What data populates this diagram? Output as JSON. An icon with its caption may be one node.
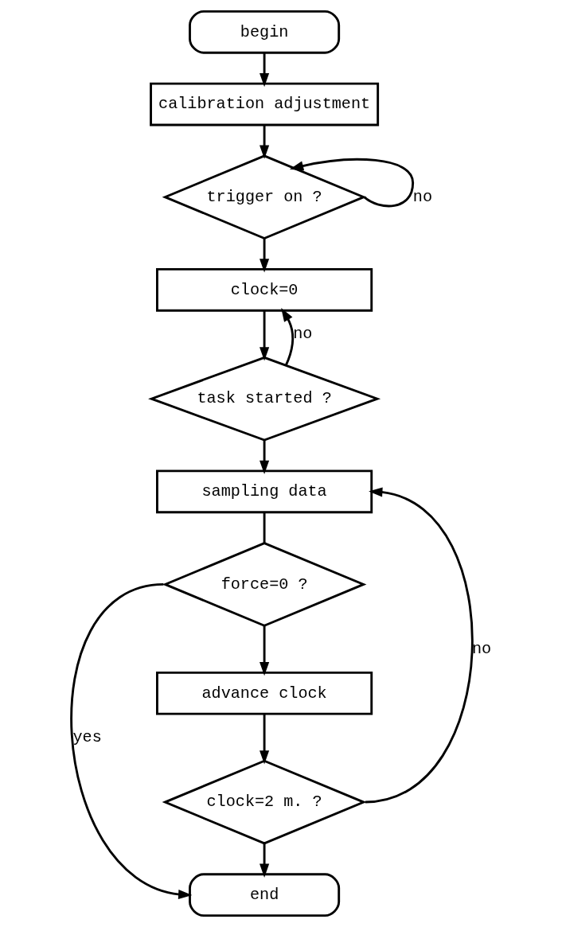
{
  "diagram": {
    "nodes": [
      {
        "text": [
          "begin"
        ]
      },
      {
        "text": [
          "calibration adjustment"
        ]
      },
      {
        "text": [
          "trigger on ?"
        ]
      },
      {
        "text": [
          "clock=0"
        ]
      },
      {
        "text": [
          "task started ?"
        ]
      },
      {
        "text": [
          "sampling data"
        ]
      },
      {
        "text": [
          "force=0 ?"
        ]
      },
      {
        "text": [
          "advance clock"
        ]
      },
      {
        "text": [
          "clock=2 m. ?"
        ]
      },
      {
        "text": [
          "end"
        ]
      }
    ],
    "edges": [
      {
        "from": 0,
        "to": 1,
        "arrow": "to"
      },
      {
        "from": 1,
        "to": 2,
        "arrow": "to"
      },
      {
        "from": 2,
        "to": 2,
        "arrow": "to",
        "label": "no"
      },
      {
        "from": 2,
        "to": 3,
        "arrow": "to"
      },
      {
        "from": 4,
        "to": 3,
        "arrow": "to",
        "label": "no"
      },
      {
        "from": 3,
        "to": 4,
        "arrow": "to"
      },
      {
        "from": 4,
        "to": 5,
        "arrow": "to"
      },
      {
        "from": 5,
        "to": 6,
        "arrow": "none"
      },
      {
        "from": 6,
        "to": 9,
        "arrow": "to",
        "label": "yes"
      },
      {
        "from": 6,
        "to": 7,
        "arrow": "to"
      },
      {
        "from": 7,
        "to": 8,
        "arrow": "to"
      },
      {
        "from": 8,
        "to": 5,
        "arrow": "to",
        "label": "no"
      },
      {
        "from": 8,
        "to": 9,
        "arrow": "to"
      }
    ]
  }
}
